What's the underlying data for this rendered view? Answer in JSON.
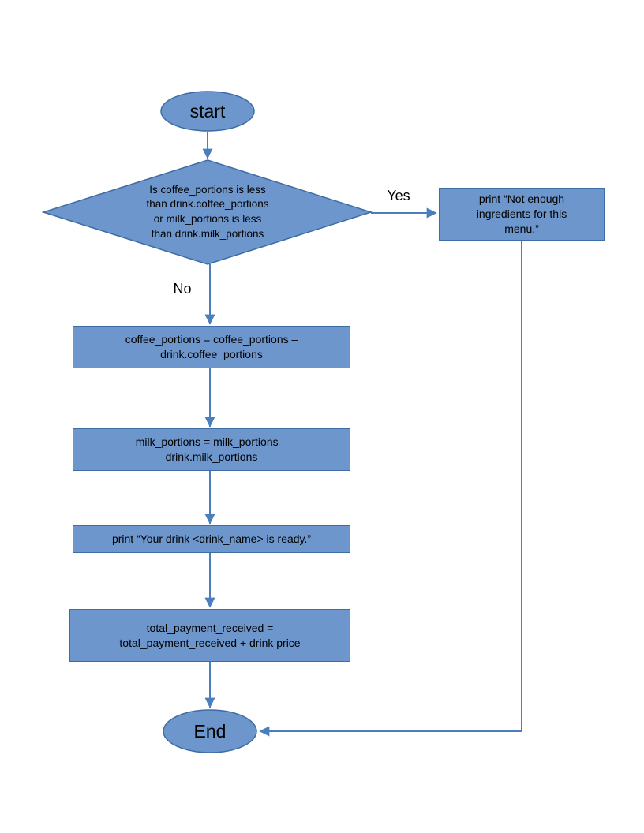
{
  "colors": {
    "node_fill": "#6C96CC",
    "node_stroke": "#3E6CA4",
    "connector": "#4A7EBD",
    "text": "#000000"
  },
  "flowchart": {
    "start_label": "start",
    "decision_label": "Is coffee_portions is less\nthan drink.coffee_portions\nor milk_portions is less\nthan drink.milk_portions",
    "yes_label": "Yes",
    "no_label": "No",
    "not_enough_label": "print “Not enough\ningredients for this\nmenu.”",
    "step1_label": "coffee_portions = coffee_portions –\ndrink.coffee_portions",
    "step2_label": "milk_portions = milk_portions –\ndrink.milk_portions",
    "step3_label": "print “Your drink <drink_name> is ready.”",
    "step4_label": "total_payment_received =\ntotal_payment_received + drink price",
    "end_label": "End"
  }
}
